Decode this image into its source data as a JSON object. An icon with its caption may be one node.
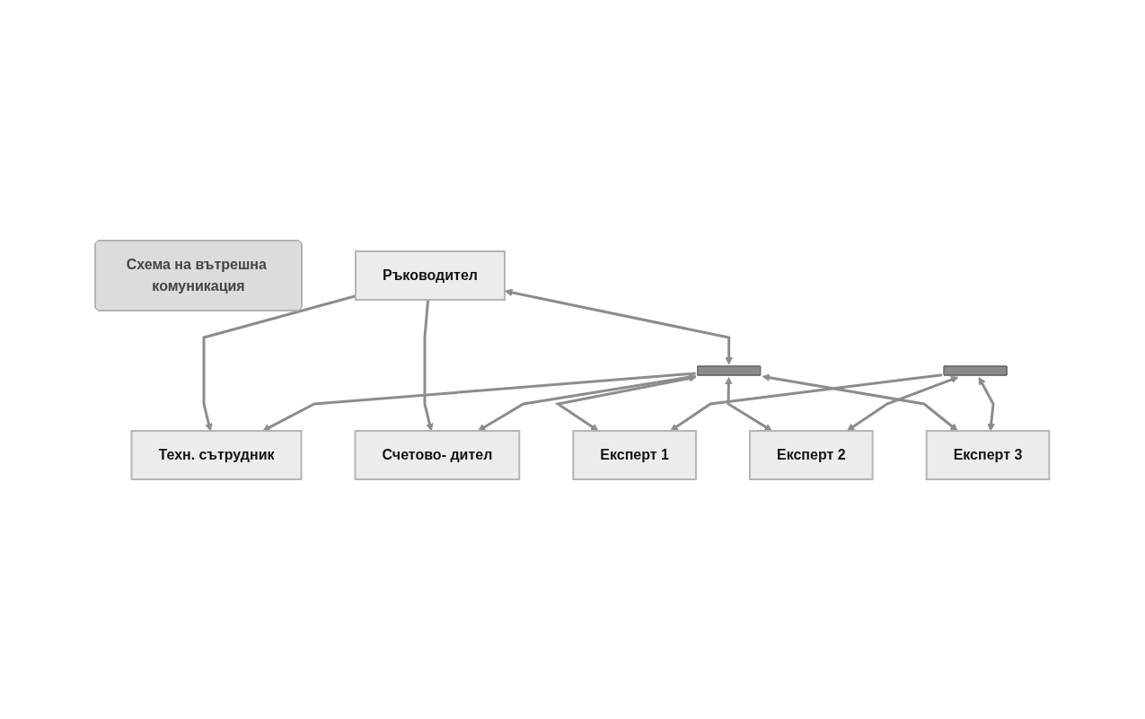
{
  "diagram": {
    "nodes": [
      {
        "text": [
          "Схема на вътрешна комуникация"
        ]
      },
      {
        "text": [
          "Ръководител"
        ]
      },
      {
        "text": [
          "Техн. сътрудник"
        ]
      },
      {
        "text": [
          "Счетово- дител"
        ]
      },
      {
        "text": [],
        "shape": "bar"
      },
      {
        "text": [
          "Експерт 1"
        ]
      },
      {
        "text": [
          "Експерт 2"
        ]
      },
      {
        "text": [
          "Експерт 3"
        ]
      },
      {
        "text": [],
        "shape": "bar"
      }
    ],
    "edges": [
      {
        "from": 1,
        "to": 2,
        "arrow": "to"
      },
      {
        "from": 1,
        "to": 3,
        "arrow": "to"
      },
      {
        "from": 1,
        "to": 4,
        "arrow": "both"
      },
      {
        "from": 4,
        "to": 2,
        "arrow": "to"
      },
      {
        "from": 4,
        "to": 3,
        "arrow": "to"
      },
      {
        "from": 4,
        "to": 5,
        "arrow": "both"
      },
      {
        "from": 4,
        "to": 6,
        "arrow": "both"
      },
      {
        "from": 4,
        "to": 7,
        "arrow": "both"
      },
      {
        "from": 8,
        "to": 5,
        "arrow": "to"
      },
      {
        "from": 8,
        "to": 6,
        "arrow": "both"
      },
      {
        "from": 8,
        "to": 7,
        "arrow": "both"
      }
    ]
  }
}
